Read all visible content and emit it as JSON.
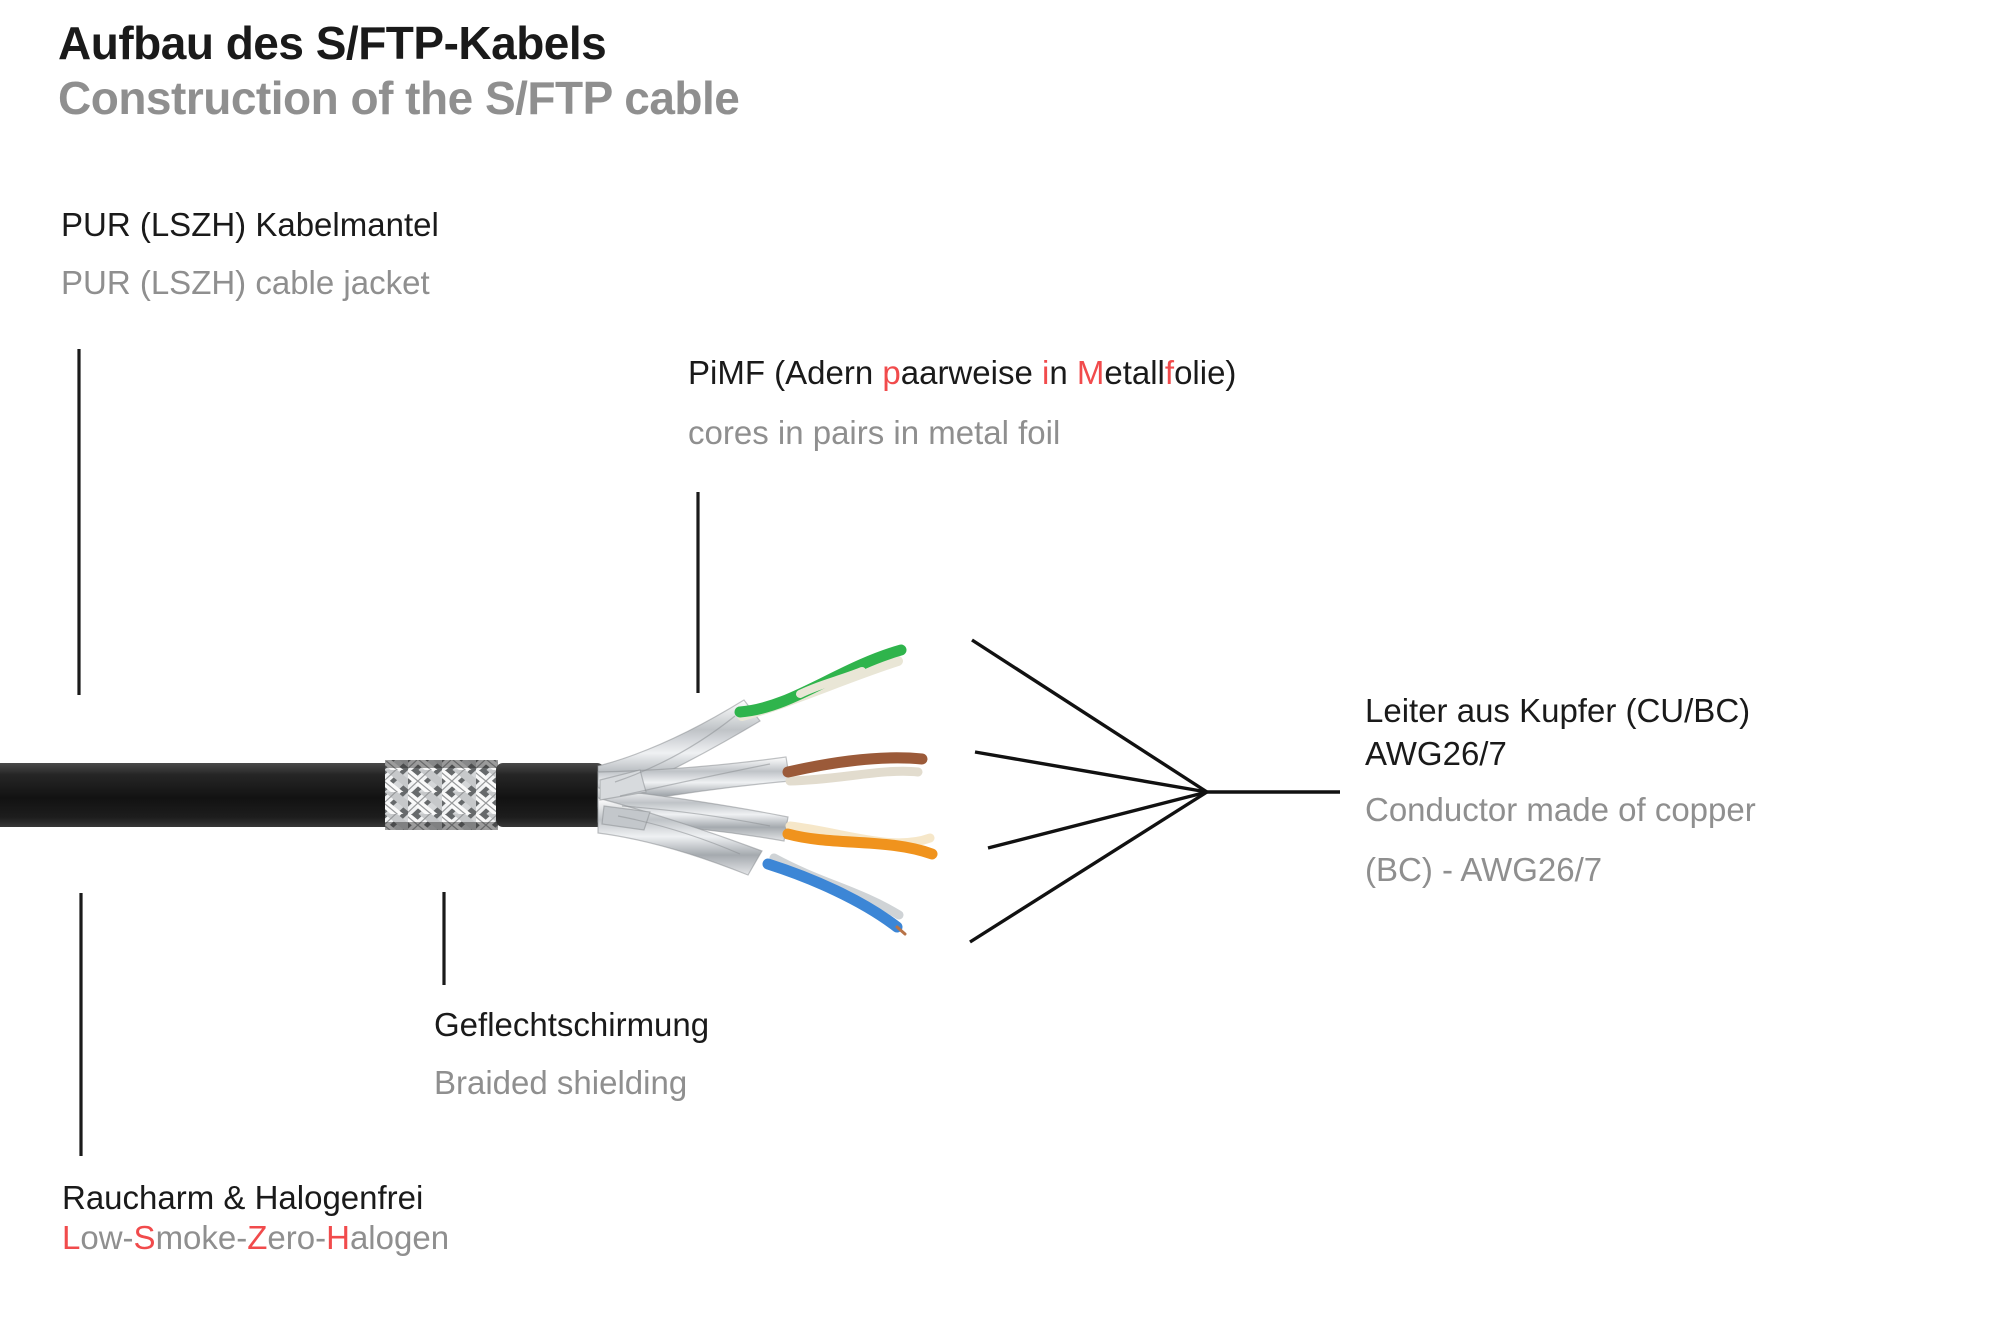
{
  "title": {
    "de": "Aufbau des S/FTP-Kabels",
    "en": "Construction of the S/FTP cable"
  },
  "labels": {
    "jacket": {
      "de": "PUR (LSZH) Kabelmantel",
      "en": "PUR (LSZH) cable jacket"
    },
    "pimf": {
      "de_segments": [
        {
          "t": "PiMF (Adern ",
          "c": "black"
        },
        {
          "t": "p",
          "c": "red"
        },
        {
          "t": "aarweise ",
          "c": "black"
        },
        {
          "t": "i",
          "c": "red"
        },
        {
          "t": "n ",
          "c": "black"
        },
        {
          "t": "M",
          "c": "red"
        },
        {
          "t": "etall",
          "c": "black"
        },
        {
          "t": "f",
          "c": "red"
        },
        {
          "t": "olie)",
          "c": "black"
        }
      ],
      "en": "cores in pairs in metal foil"
    },
    "conductor": {
      "de_line1": "Leiter aus Kupfer (CU/BC)",
      "de_line2": "AWG26/7",
      "en_line1": "Conductor made of copper",
      "en_line2": "(BC) - AWG26/7"
    },
    "braid": {
      "de": "Geflechtschirmung",
      "en": "Braided shielding"
    },
    "lszh": {
      "de": "Raucharm & Halogenfrei",
      "en_segments": [
        {
          "t": "L",
          "c": "red"
        },
        {
          "t": "ow-",
          "c": "gray"
        },
        {
          "t": "S",
          "c": "red"
        },
        {
          "t": "moke-",
          "c": "gray"
        },
        {
          "t": "Z",
          "c": "red"
        },
        {
          "t": "ero-",
          "c": "gray"
        },
        {
          "t": "H",
          "c": "red"
        },
        {
          "t": "alogen",
          "c": "gray"
        }
      ]
    }
  },
  "colors": {
    "accent_red": "#f14b4c",
    "text_black": "#1a1a1a",
    "text_gray": "#8f8f8f",
    "wire_green": "#2fb44c",
    "wire_green_mate": "#e9e6d6",
    "wire_brown": "#9b5a39",
    "wire_brown_mate": "#e2dcce",
    "wire_orange": "#f0931d",
    "wire_orange_mate": "#f6e7c9",
    "wire_blue": "#3c86d6",
    "wire_blue_mate": "#cfd3d6",
    "jacket_black": "#141414",
    "braid_silver": "#e8eaec"
  }
}
